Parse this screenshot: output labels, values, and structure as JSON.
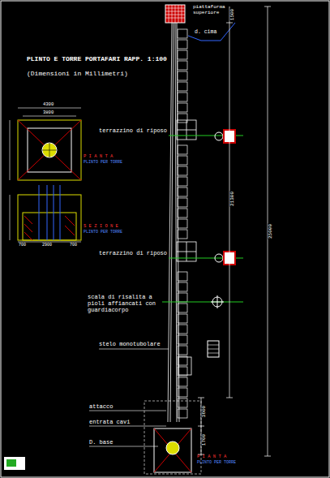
{
  "diagram": {
    "title": "PLINTO E TORRE PORTAFARI RAPP. 1:100",
    "labels": [
      "(Dimensioni in Millimetri)",
      "piattaforma superiore",
      "d. cima",
      "terrazzino di riposo",
      "terrazzino di riposo",
      "scala di risalita a pioli affiancati con guardiacorpo",
      "stelo monotubolare",
      "attacco",
      "entrata cavi",
      "D. base",
      "1500",
      "21300",
      "25000",
      "3600",
      "1700",
      "4300",
      "3800",
      "P I A N T A",
      "PLINTO PER TORRE",
      "S E Z I O N E",
      "PLINTO PER TORRE",
      "700",
      "2900",
      "700",
      "P I A N T A",
      "PLINTO PER TORRE"
    ]
  }
}
